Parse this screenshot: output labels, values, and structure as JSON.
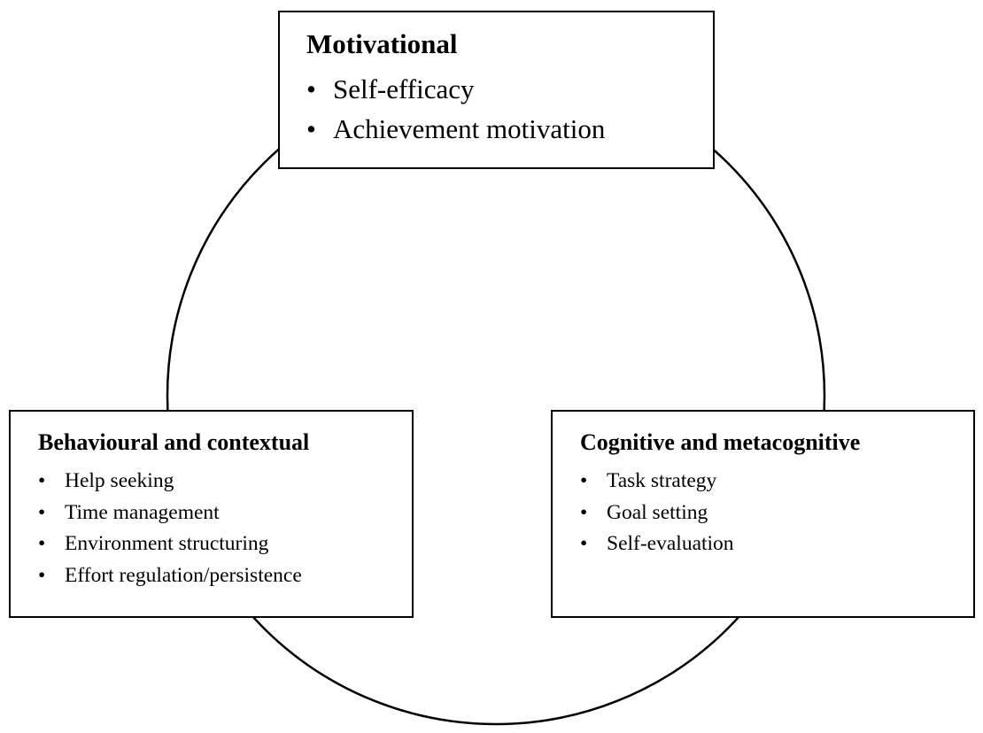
{
  "diagram": {
    "motivational": {
      "title": "Motivational",
      "items": [
        "Self-efficacy",
        "Achievement motivation"
      ]
    },
    "behavioural": {
      "title": "Behavioural and contextual",
      "items": [
        "Help seeking",
        "Time management",
        "Environment structuring",
        "Effort regulation/persistence"
      ]
    },
    "cognitive": {
      "title": "Cognitive and metacognitive",
      "items": [
        "Task strategy",
        "Goal setting",
        "Self-evaluation"
      ]
    },
    "bullet": "•"
  }
}
